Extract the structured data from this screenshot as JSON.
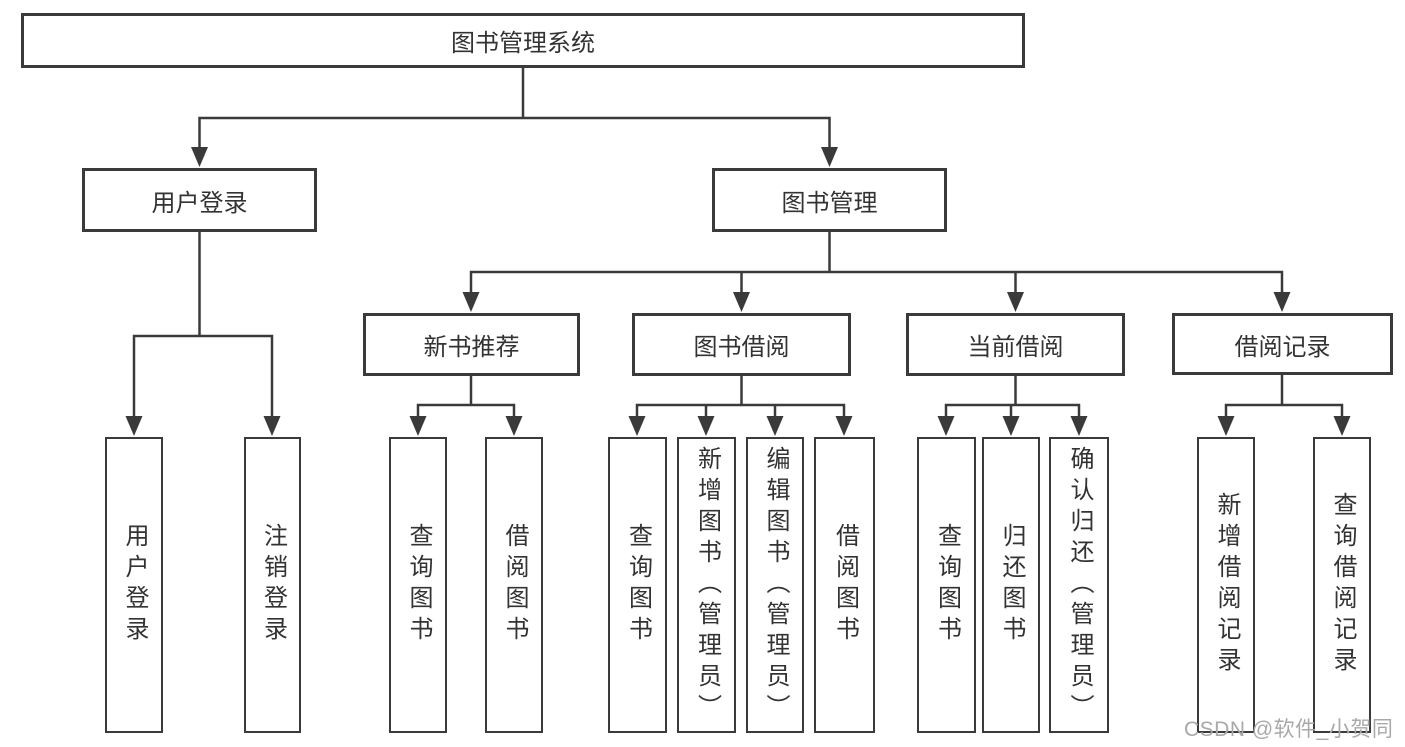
{
  "watermark": {
    "text": "CSDN @软件_小贺同学"
  },
  "colors": {
    "line": "#3a3a3a",
    "text": "#333333",
    "watermark": "#a9a9a9",
    "background": "#ffffff"
  },
  "tree": {
    "root": {
      "label": "图书管理系统"
    },
    "branches": [
      {
        "label": "用户登录",
        "children": [
          {
            "label": "用户登录"
          },
          {
            "label": "注销登录"
          }
        ]
      },
      {
        "label": "图书管理",
        "children": [
          {
            "label": "新书推荐",
            "children": [
              {
                "label": "查询图书"
              },
              {
                "label": "借阅图书"
              }
            ]
          },
          {
            "label": "图书借阅",
            "children": [
              {
                "label": "查询图书"
              },
              {
                "label": "新增图书（管理员）"
              },
              {
                "label": "编辑图书（管理员）"
              },
              {
                "label": "借阅图书"
              }
            ]
          },
          {
            "label": "当前借阅",
            "children": [
              {
                "label": "查询图书"
              },
              {
                "label": "归还图书"
              },
              {
                "label": "确认归还（管理员）"
              }
            ]
          },
          {
            "label": "借阅记录",
            "children": [
              {
                "label": "新增借阅记录"
              },
              {
                "label": "查询借阅记录"
              }
            ]
          }
        ]
      }
    ]
  }
}
